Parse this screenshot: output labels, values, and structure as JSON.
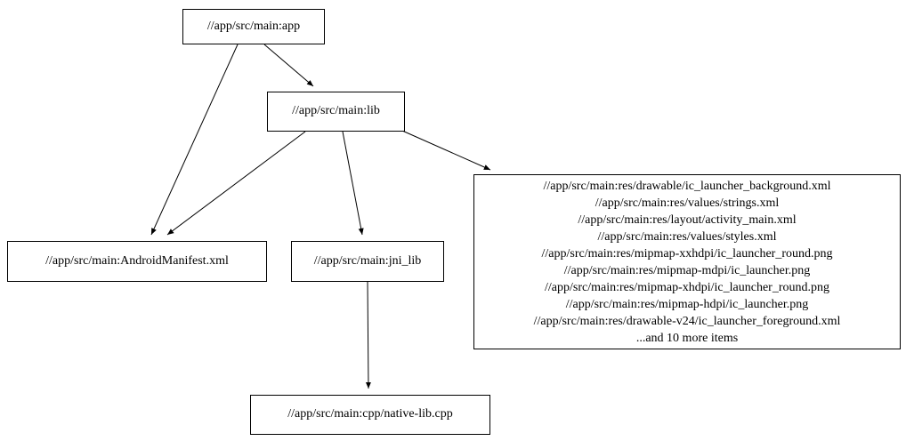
{
  "diagram": {
    "type": "directed-dependency-graph",
    "nodes": {
      "app": {
        "label": "//app/src/main:app"
      },
      "lib": {
        "label": "//app/src/main:lib"
      },
      "manifest": {
        "label": "//app/src/main:AndroidManifest.xml"
      },
      "jni_lib": {
        "label": "//app/src/main:jni_lib"
      },
      "res": {
        "lines": [
          "//app/src/main:res/drawable/ic_launcher_background.xml",
          "//app/src/main:res/values/strings.xml",
          "//app/src/main:res/layout/activity_main.xml",
          "//app/src/main:res/values/styles.xml",
          "//app/src/main:res/mipmap-xxhdpi/ic_launcher_round.png",
          "//app/src/main:res/mipmap-mdpi/ic_launcher.png",
          "//app/src/main:res/mipmap-xhdpi/ic_launcher_round.png",
          "//app/src/main:res/mipmap-hdpi/ic_launcher.png",
          "//app/src/main:res/drawable-v24/ic_launcher_foreground.xml",
          "...and 10 more items"
        ]
      },
      "cpp": {
        "label": "//app/src/main:cpp/native-lib.cpp"
      }
    },
    "edges": [
      {
        "from": "//app/src/main:app",
        "to": "//app/src/main:lib"
      },
      {
        "from": "//app/src/main:app",
        "to": "//app/src/main:AndroidManifest.xml"
      },
      {
        "from": "//app/src/main:lib",
        "to": "//app/src/main:AndroidManifest.xml"
      },
      {
        "from": "//app/src/main:lib",
        "to": "//app/src/main:jni_lib"
      },
      {
        "from": "//app/src/main:lib",
        "to": "res-file-group"
      },
      {
        "from": "//app/src/main:jni_lib",
        "to": "//app/src/main:cpp/native-lib.cpp"
      }
    ],
    "colors": {
      "node_fill": "#ffffff",
      "node_border": "#000000",
      "edge": "#000000",
      "text": "#000000"
    }
  }
}
